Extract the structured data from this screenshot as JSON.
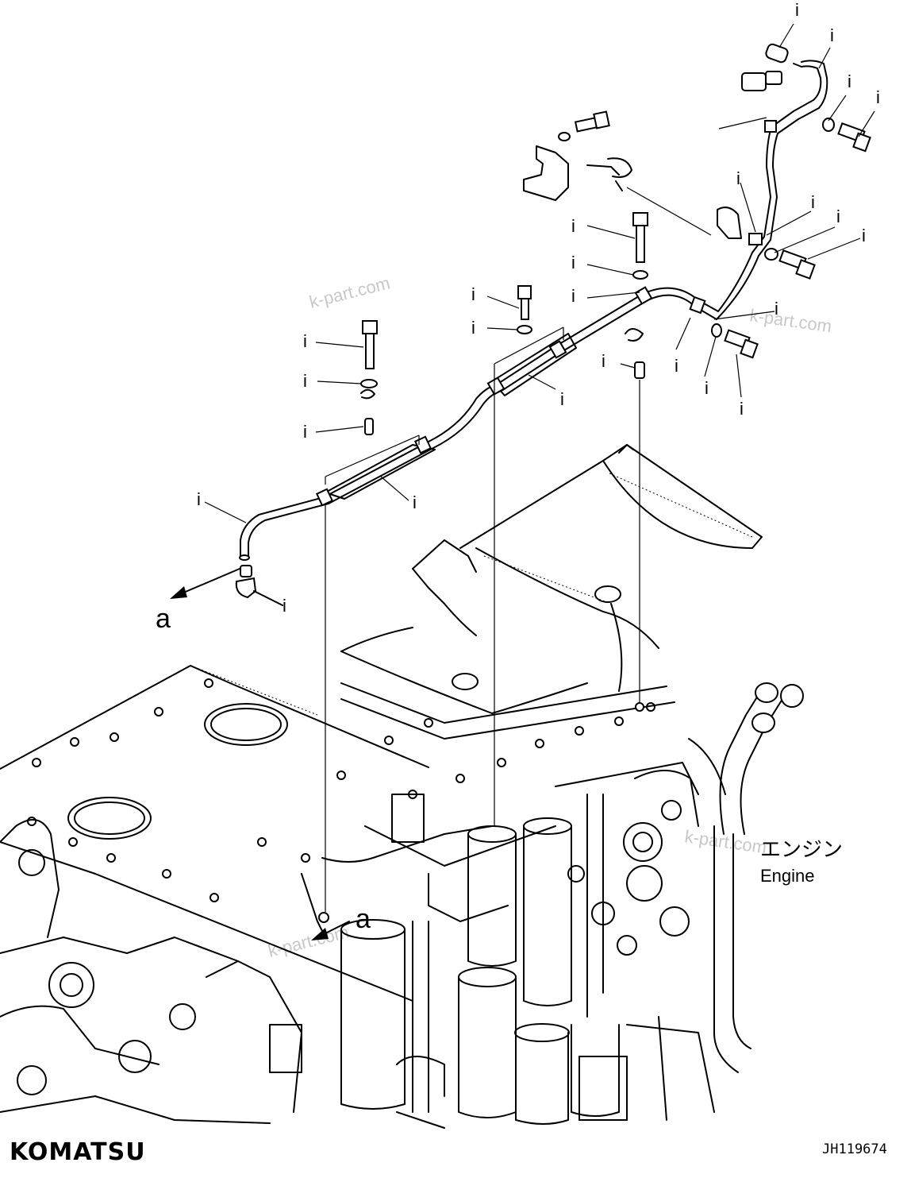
{
  "callouts": [
    "i",
    "i",
    "i",
    "i",
    "i",
    "i",
    "i",
    "i",
    "i",
    "i",
    "i",
    "i",
    "i",
    "i",
    "i",
    "i",
    "i",
    "i",
    "i",
    "i",
    "i",
    "i",
    "i",
    "i",
    "i"
  ],
  "watermark_text": "k-part.com",
  "view_label": "a",
  "engine_label_jp": "エンジン",
  "engine_label_en": "Engine",
  "brand_logo": "KOMATSU",
  "drawing_code": "JH119674"
}
